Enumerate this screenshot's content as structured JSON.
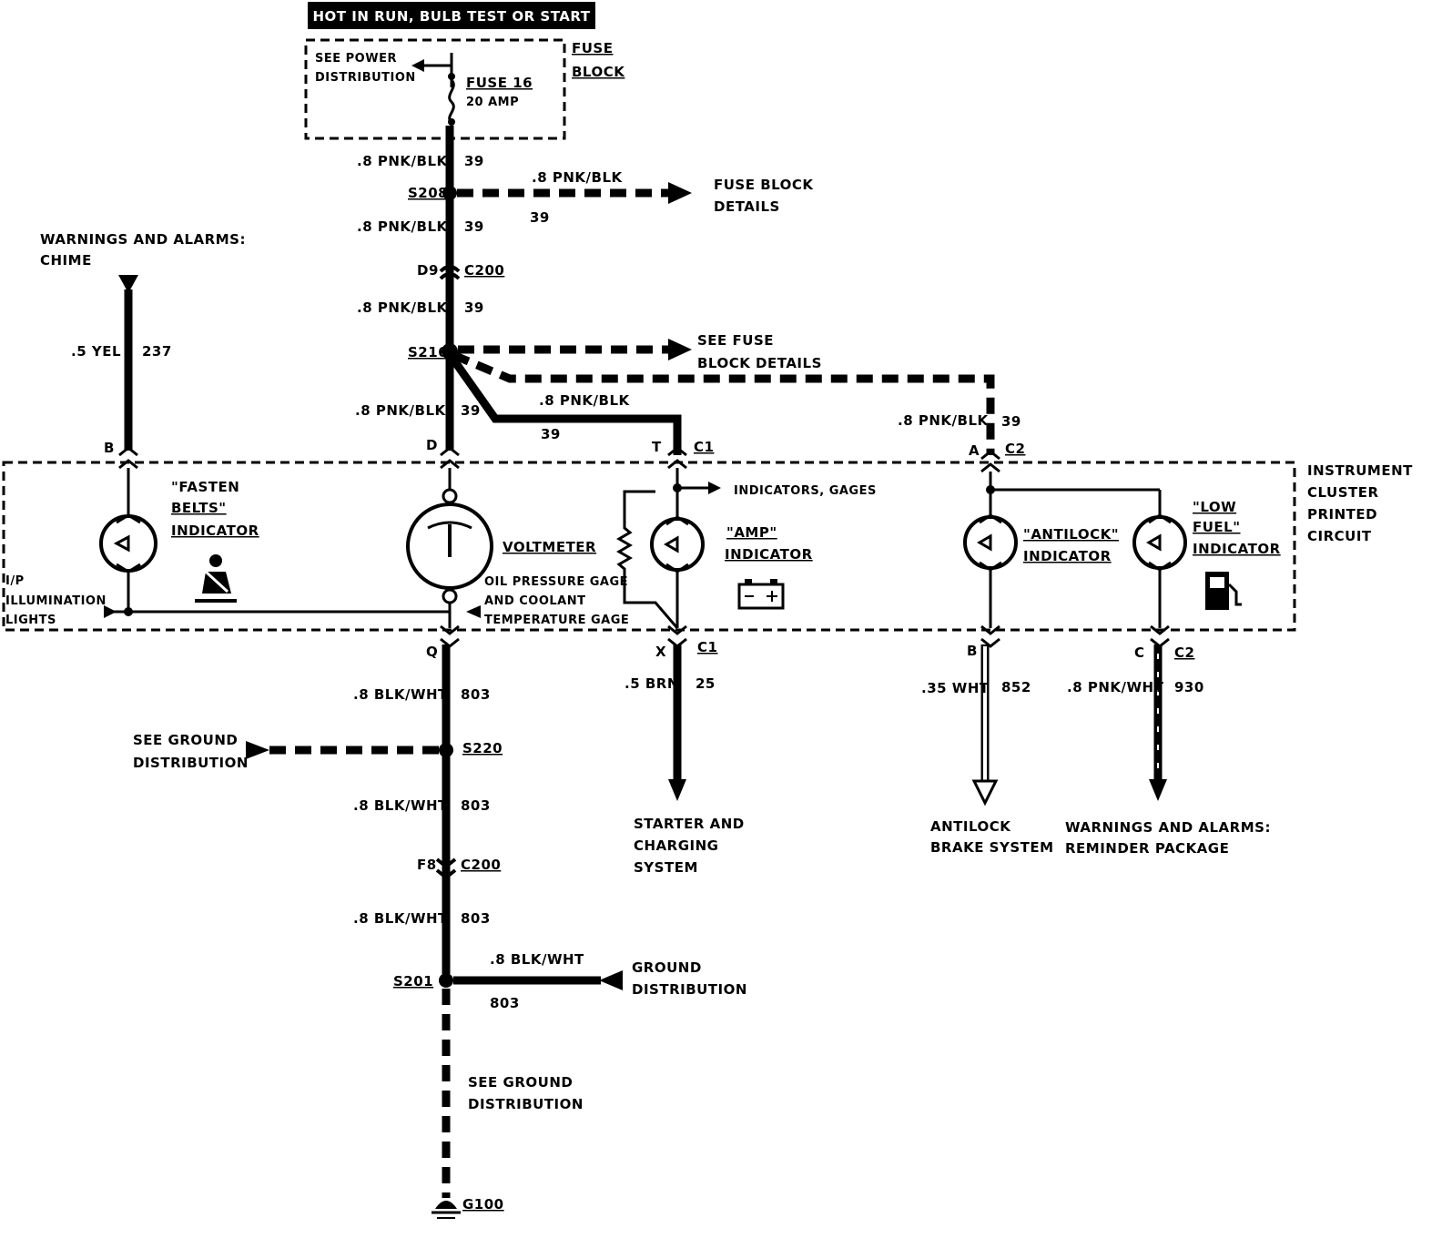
{
  "power": {
    "header": "HOT IN RUN, BULB TEST OR START",
    "see_power_1": "SEE POWER",
    "see_power_2": "DISTRIBUTION",
    "fuse_name": "FUSE 16",
    "fuse_rating": "20 AMP",
    "fuse_block_1": "FUSE",
    "fuse_block_2": "BLOCK"
  },
  "wires": {
    "pnkblk_8": ".8 PNK/BLK",
    "c39": "39",
    "yel_5": ".5 YEL",
    "c237": "237",
    "blkwht_8": ".8 BLK/WHT",
    "c803": "803",
    "brn_5": ".5 BRN",
    "c25": "25",
    "wht_35": ".35 WHT",
    "c852": "852",
    "pnkwht_8": ".8 PNK/WHT",
    "c930": "930"
  },
  "splices": {
    "s208": "S208",
    "s216": "S216",
    "s220": "S220",
    "s201": "S201",
    "g100": "G100"
  },
  "connectors": {
    "c200": "C200",
    "c1": "C1",
    "c2": "C2",
    "d9": "D9",
    "f8": "F8",
    "b": "B",
    "d": "D",
    "t": "T",
    "a": "A",
    "q": "Q",
    "x": "X",
    "c": "C"
  },
  "references": {
    "fuse_block_details_1": "FUSE BLOCK",
    "fuse_block_details_2": "DETAILS",
    "see_fuse_1": "SEE FUSE",
    "see_fuse_2": "BLOCK DETAILS",
    "chime_1": "WARNINGS AND ALARMS:",
    "chime_2": "CHIME",
    "illum_1": "I/P",
    "illum_2": "ILLUMINATION",
    "illum_3": "LIGHTS",
    "indicators_gages": "INDICATORS, GAGES",
    "see_ground_1": "SEE GROUND",
    "see_ground_2": "DISTRIBUTION",
    "ground_dist_1": "GROUND",
    "ground_dist_2": "DISTRIBUTION",
    "starter_1": "STARTER AND",
    "starter_2": "CHARGING",
    "starter_3": "SYSTEM",
    "antilock_1": "ANTILOCK",
    "antilock_2": "BRAKE SYSTEM",
    "reminder_1": "WARNINGS AND ALARMS:",
    "reminder_2": "REMINDER PACKAGE"
  },
  "cluster": {
    "label_1": "INSTRUMENT",
    "label_2": "CLUSTER",
    "label_3": "PRINTED",
    "label_4": "CIRCUIT",
    "fasten_1": "\"FASTEN",
    "fasten_2": "BELTS\"",
    "fasten_3": "INDICATOR",
    "voltmeter": "VOLTMETER",
    "oil_1": "OIL PRESSURE GAGE",
    "oil_2": "AND COOLANT",
    "oil_3": "TEMPERATURE GAGE",
    "amp_1": "\"AMP\"",
    "amp_2": "INDICATOR",
    "antilock_ind_1": "\"ANTILOCK\"",
    "antilock_ind_2": "INDICATOR",
    "lowfuel_1": "\"LOW",
    "lowfuel_2": "FUEL\"",
    "lowfuel_3": "INDICATOR"
  }
}
